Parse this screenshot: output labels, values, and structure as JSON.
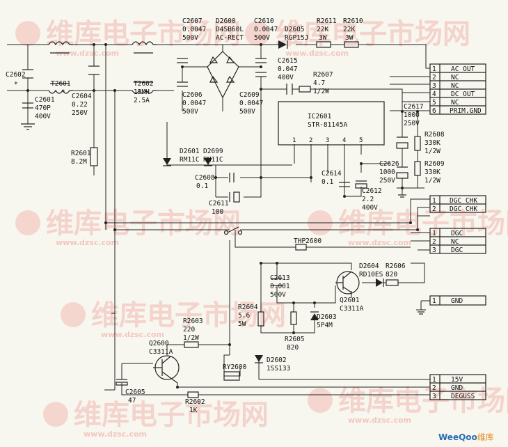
{
  "components": {
    "C2602": {
      "ref": "C2602",
      "extra": "*"
    },
    "T2601": {
      "ref": "T2601",
      "extra": "*"
    },
    "C2601": {
      "ref": "C2601",
      "value": "470P",
      "voltage": "400V"
    },
    "C2604": {
      "ref": "C2604",
      "value": "0.22",
      "voltage": "250V"
    },
    "T2602": {
      "ref": "T2602",
      "value": "12MH",
      "current": "2.5A"
    },
    "R2601": {
      "ref": "R2601",
      "value": "8.2M"
    },
    "C2607": {
      "ref": "C2607",
      "value": "0.0047",
      "voltage": "500V"
    },
    "D2600": {
      "ref": "D2600",
      "part": "D4SB60L",
      "type": "AC-RECT"
    },
    "C2610": {
      "ref": "C2610",
      "value": "0.0047",
      "voltage": "500V"
    },
    "D2605": {
      "ref": "D2605",
      "part": "RGP15J"
    },
    "R2611": {
      "ref": "R2611",
      "value": "22K",
      "power": "3W"
    },
    "R2610": {
      "ref": "R2610",
      "value": "22K",
      "power": "3W"
    },
    "C2615": {
      "ref": "C2615",
      "value": "0.047",
      "voltage": "400V"
    },
    "R2607": {
      "ref": "R2607",
      "value": "4.7",
      "power": "1/2W"
    },
    "C2606": {
      "ref": "C2606",
      "value": "0.0047",
      "voltage": "500V"
    },
    "C2609": {
      "ref": "C2609",
      "value": "0.0047",
      "voltage": "500V"
    },
    "IC2601": {
      "ref": "IC2601",
      "part": "STR-81145A",
      "pins": [
        "1",
        "2",
        "3",
        "4",
        "5"
      ]
    },
    "C2617": {
      "ref": "C2617",
      "value": "1000",
      "voltage": "250V"
    },
    "R2608": {
      "ref": "R2608",
      "value": "330K",
      "power": "1/2W"
    },
    "C2626": {
      "ref": "C2626",
      "value": "1000",
      "voltage": "250V"
    },
    "R2609": {
      "ref": "R2609",
      "value": "330K",
      "power": "1/2W"
    },
    "D2601": {
      "ref": "D2601",
      "part": "RM11C"
    },
    "D2699": {
      "ref": "D2699",
      "part": "RM11C"
    },
    "C2608": {
      "ref": "C2608",
      "value": "0.1"
    },
    "C2614": {
      "ref": "C2614",
      "value": "0.1"
    },
    "C2612": {
      "ref": "C2612",
      "value": "2.2",
      "voltage": "400V"
    },
    "C2611": {
      "ref": "C2611",
      "value": "100"
    },
    "THP2600": {
      "ref": "THP2600"
    },
    "D2604": {
      "ref": "D2604",
      "part": "RD10ES"
    },
    "R2606": {
      "ref": "R2606",
      "value": "820"
    },
    "C2613": {
      "ref": "C2613",
      "value": "0.001",
      "voltage": "500V"
    },
    "Q2601": {
      "ref": "Q2601",
      "part": "C3311A"
    },
    "R2604": {
      "ref": "R2604",
      "value": "5.6",
      "power": "5W"
    },
    "D2603": {
      "ref": "D2603",
      "part": "5P4M"
    },
    "R2605": {
      "ref": "R2605",
      "value": "820"
    },
    "R2603": {
      "ref": "R2603",
      "value": "220",
      "power": "1/2W"
    },
    "Q2600": {
      "ref": "Q2600",
      "part": "C3311A"
    },
    "D2602": {
      "ref": "D2602",
      "part": "1SS133"
    },
    "RY2600": {
      "ref": "RY2600"
    },
    "C2605": {
      "ref": "C2605",
      "value": "47"
    },
    "R2602": {
      "ref": "R2602",
      "value": "1K"
    }
  },
  "connectors": {
    "power_out": [
      {
        "pin": "1",
        "name": "AC OUT"
      },
      {
        "pin": "2",
        "name": "NC"
      },
      {
        "pin": "3",
        "name": "NC"
      },
      {
        "pin": "4",
        "name": "DC OUT"
      },
      {
        "pin": "5",
        "name": "NC"
      },
      {
        "pin": "6",
        "name": "PRIM.GND"
      }
    ],
    "dgc_chk": [
      {
        "pin": "1",
        "name": "DGC CHK"
      },
      {
        "pin": "2",
        "name": "DGC CHK"
      }
    ],
    "dgc": [
      {
        "pin": "1",
        "name": "DGC"
      },
      {
        "pin": "2",
        "name": "NC"
      },
      {
        "pin": "3",
        "name": "DGC"
      }
    ],
    "gnd": [
      {
        "pin": "1",
        "name": "GND"
      }
    ],
    "degauss": [
      {
        "pin": "1",
        "name": "15V"
      },
      {
        "pin": "2",
        "name": "GND"
      },
      {
        "pin": "3",
        "name": "DEGUSS"
      }
    ]
  },
  "watermark": {
    "brand": "维库电子市场网",
    "url": "www.dzsc.com"
  },
  "credit": {
    "brand": "WeeQoo",
    "suffix": "维库"
  },
  "colors": {
    "background": "#f7f7ef",
    "wire": "#222222",
    "watermark": "#f2b6b0",
    "credit_blue": "#2a6db5",
    "credit_orange": "#e58a1f"
  }
}
